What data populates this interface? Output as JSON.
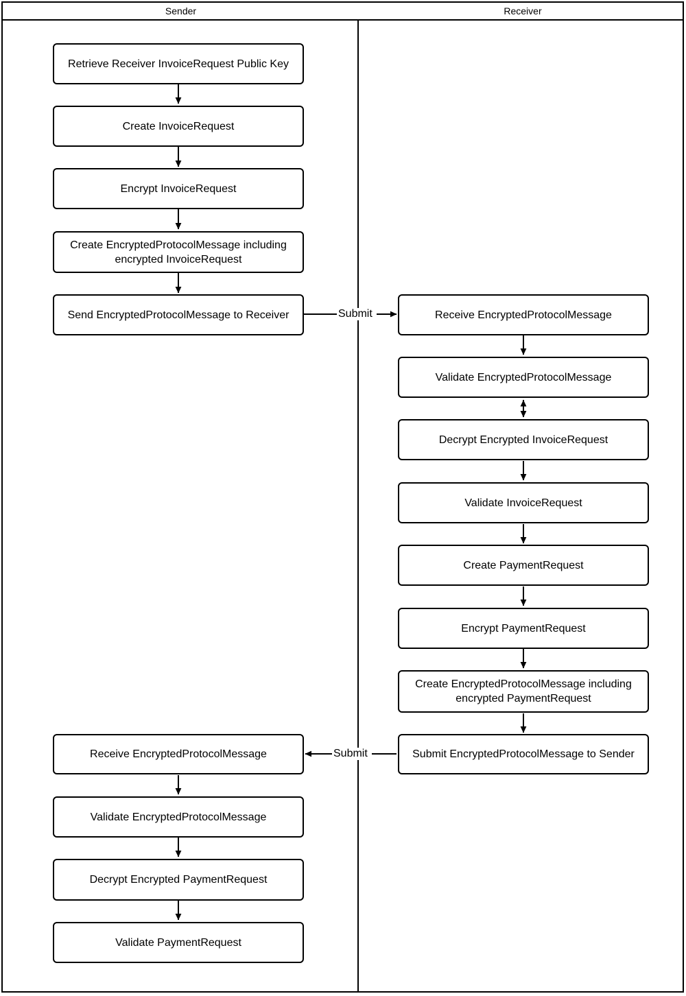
{
  "diagram": {
    "type": "swimlane-flowchart",
    "title": "",
    "lanes": [
      {
        "id": "sender",
        "label": "Sender"
      },
      {
        "id": "receiver",
        "label": "Receiver"
      }
    ],
    "nodes": [
      {
        "id": "n1",
        "lane": "sender",
        "label": "Retrieve Receiver InvoiceRequest Public Key"
      },
      {
        "id": "n2",
        "lane": "sender",
        "label": "Create InvoiceRequest"
      },
      {
        "id": "n3",
        "lane": "sender",
        "label": "Encrypt InvoiceRequest"
      },
      {
        "id": "n4",
        "lane": "sender",
        "label": "Create EncryptedProtocolMessage including encrypted InvoiceRequest"
      },
      {
        "id": "n5",
        "lane": "sender",
        "label": "Send EncryptedProtocolMessage to Receiver"
      },
      {
        "id": "n6",
        "lane": "receiver",
        "label": "Receive EncryptedProtocolMessage"
      },
      {
        "id": "n7",
        "lane": "receiver",
        "label": "Validate EncryptedProtocolMessage"
      },
      {
        "id": "n8",
        "lane": "receiver",
        "label": "Decrypt Encrypted InvoiceRequest"
      },
      {
        "id": "n9",
        "lane": "receiver",
        "label": "Validate InvoiceRequest"
      },
      {
        "id": "n10",
        "lane": "receiver",
        "label": "Create PaymentRequest"
      },
      {
        "id": "n11",
        "lane": "receiver",
        "label": "Encrypt PaymentRequest"
      },
      {
        "id": "n12",
        "lane": "receiver",
        "label": "Create EncryptedProtocolMessage including encrypted PaymentRequest"
      },
      {
        "id": "n13",
        "lane": "receiver",
        "label": "Submit EncryptedProtocolMessage to Sender"
      },
      {
        "id": "n14",
        "lane": "sender",
        "label": "Receive EncryptedProtocolMessage"
      },
      {
        "id": "n15",
        "lane": "sender",
        "label": "Validate EncryptedProtocolMessage"
      },
      {
        "id": "n16",
        "lane": "sender",
        "label": "Decrypt Encrypted PaymentRequest"
      },
      {
        "id": "n17",
        "lane": "sender",
        "label": "Validate PaymentRequest"
      }
    ],
    "edges": [
      {
        "from": "n1",
        "to": "n2",
        "label": "",
        "direction": "down"
      },
      {
        "from": "n2",
        "to": "n3",
        "label": "",
        "direction": "down"
      },
      {
        "from": "n3",
        "to": "n4",
        "label": "",
        "direction": "down"
      },
      {
        "from": "n4",
        "to": "n5",
        "label": "",
        "direction": "down"
      },
      {
        "from": "n5",
        "to": "n6",
        "label": "Submit",
        "direction": "right"
      },
      {
        "from": "n6",
        "to": "n7",
        "label": "",
        "direction": "down"
      },
      {
        "from": "n7",
        "to": "n8",
        "label": "",
        "direction": "both"
      },
      {
        "from": "n8",
        "to": "n9",
        "label": "",
        "direction": "down"
      },
      {
        "from": "n9",
        "to": "n10",
        "label": "",
        "direction": "down"
      },
      {
        "from": "n10",
        "to": "n11",
        "label": "",
        "direction": "down"
      },
      {
        "from": "n11",
        "to": "n12",
        "label": "",
        "direction": "down"
      },
      {
        "from": "n12",
        "to": "n13",
        "label": "",
        "direction": "down"
      },
      {
        "from": "n13",
        "to": "n14",
        "label": "Submit",
        "direction": "left"
      },
      {
        "from": "n14",
        "to": "n15",
        "label": "",
        "direction": "down"
      },
      {
        "from": "n15",
        "to": "n16",
        "label": "",
        "direction": "down"
      },
      {
        "from": "n16",
        "to": "n17",
        "label": "",
        "direction": "down"
      }
    ],
    "edge_labels": {
      "submit_to_receiver": "Submit",
      "submit_to_sender": "Submit"
    },
    "colors": {
      "stroke": "#000000",
      "fill": "#FFFFFF",
      "text": "#000000"
    }
  }
}
